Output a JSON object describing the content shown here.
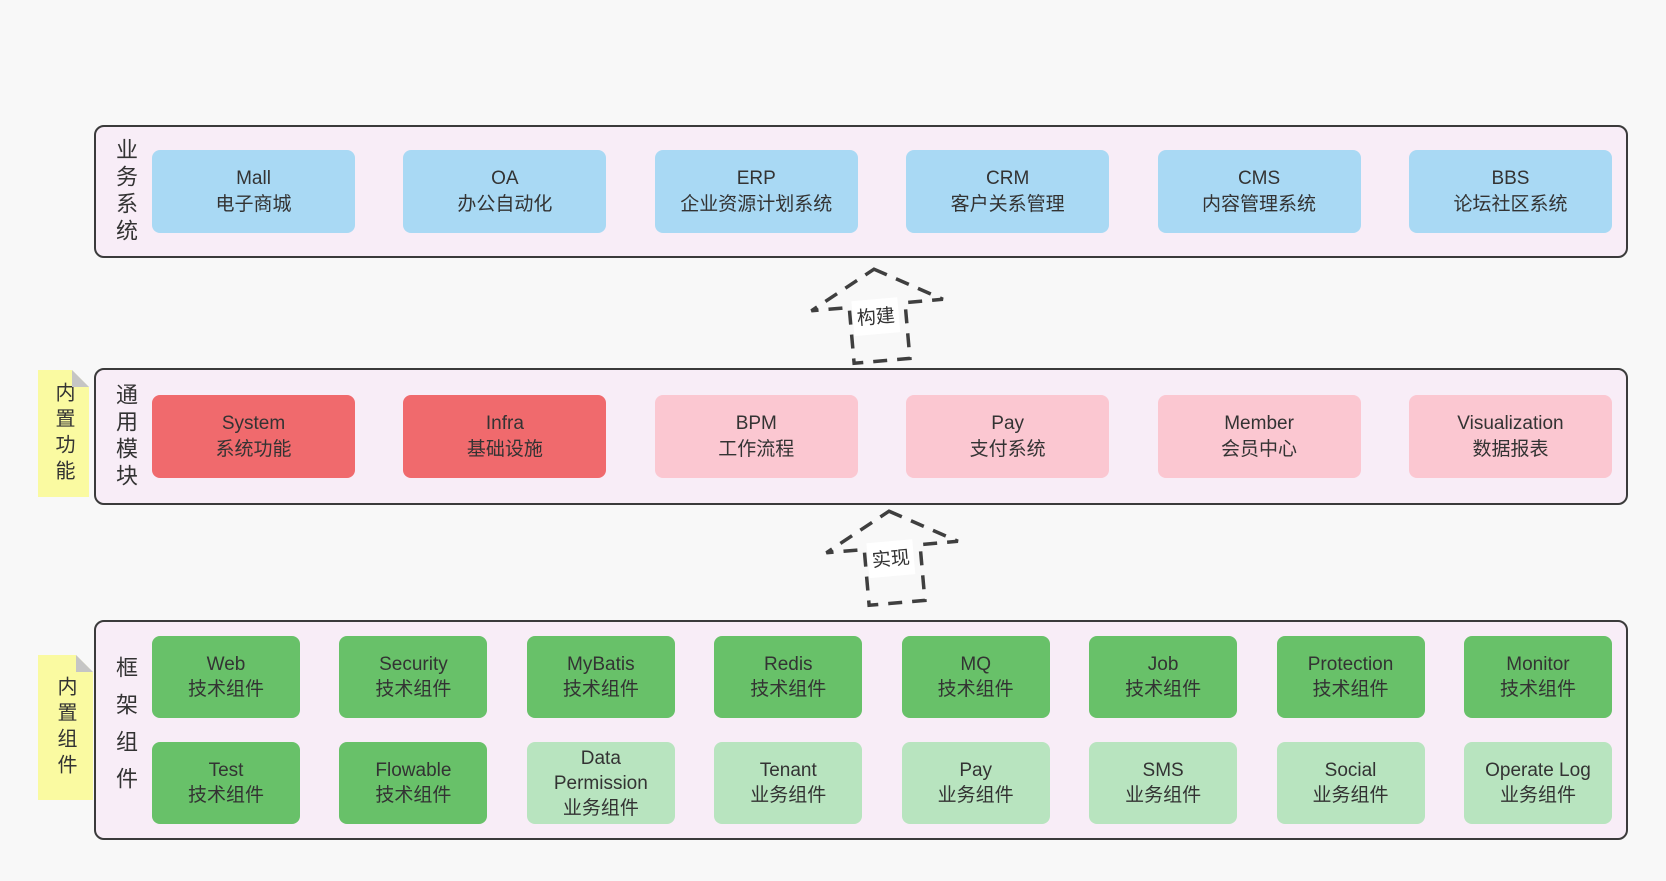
{
  "colors": {
    "panel": "#f8edf7",
    "border": "#3b3b3b",
    "blue": "#a9d9f4",
    "red": "#f06a6d",
    "pink": "#fbc7d1",
    "green": "#68c169",
    "lightgreen": "#b8e4bf",
    "sticky": "#fafaa1",
    "fold": "#c5c5c5",
    "text": "#333333"
  },
  "arrows": [
    {
      "label": "构建"
    },
    {
      "label": "实现"
    }
  ],
  "layers": [
    {
      "label": "业务系统",
      "rows": [
        [
          {
            "title": "Mall",
            "subtitle": "电子商城",
            "variant": "blue"
          },
          {
            "title": "OA",
            "subtitle": "办公自动化",
            "variant": "blue"
          },
          {
            "title": "ERP",
            "subtitle": "企业资源计划系统",
            "variant": "blue"
          },
          {
            "title": "CRM",
            "subtitle": "客户关系管理",
            "variant": "blue"
          },
          {
            "title": "CMS",
            "subtitle": "内容管理系统",
            "variant": "blue"
          },
          {
            "title": "BBS",
            "subtitle": "论坛社区系统",
            "variant": "blue"
          }
        ]
      ]
    },
    {
      "label": "通用模块",
      "sticky": "内置功能",
      "rows": [
        [
          {
            "title": "System",
            "subtitle": "系统功能",
            "variant": "red"
          },
          {
            "title": "Infra",
            "subtitle": "基础设施",
            "variant": "red"
          },
          {
            "title": "BPM",
            "subtitle": "工作流程",
            "variant": "pink"
          },
          {
            "title": "Pay",
            "subtitle": "支付系统",
            "variant": "pink"
          },
          {
            "title": "Member",
            "subtitle": "会员中心",
            "variant": "pink"
          },
          {
            "title": "Visualization",
            "subtitle": "数据报表",
            "variant": "pink"
          }
        ]
      ]
    },
    {
      "label": "框架组件",
      "sticky": "内置组件",
      "rows": [
        [
          {
            "title": "Web",
            "subtitle": "技术组件",
            "variant": "green"
          },
          {
            "title": "Security",
            "subtitle": "技术组件",
            "variant": "green"
          },
          {
            "title": "MyBatis",
            "subtitle": "技术组件",
            "variant": "green"
          },
          {
            "title": "Redis",
            "subtitle": "技术组件",
            "variant": "green"
          },
          {
            "title": "MQ",
            "subtitle": "技术组件",
            "variant": "green"
          },
          {
            "title": "Job",
            "subtitle": "技术组件",
            "variant": "green"
          },
          {
            "title": "Protection",
            "subtitle": "技术组件",
            "variant": "green"
          },
          {
            "title": "Monitor",
            "subtitle": "技术组件",
            "variant": "green"
          }
        ],
        [
          {
            "title": "Test",
            "subtitle": "技术组件",
            "variant": "green"
          },
          {
            "title": "Flowable",
            "subtitle": "技术组件",
            "variant": "green"
          },
          {
            "title": "Data Permission",
            "subtitle": "业务组件",
            "variant": "lightgreen"
          },
          {
            "title": "Tenant",
            "subtitle": "业务组件",
            "variant": "lightgreen"
          },
          {
            "title": "Pay",
            "subtitle": "业务组件",
            "variant": "lightgreen"
          },
          {
            "title": "SMS",
            "subtitle": "业务组件",
            "variant": "lightgreen"
          },
          {
            "title": "Social",
            "subtitle": "业务组件",
            "variant": "lightgreen"
          },
          {
            "title": "Operate Log",
            "subtitle": "业务组件",
            "variant": "lightgreen"
          }
        ]
      ]
    }
  ]
}
